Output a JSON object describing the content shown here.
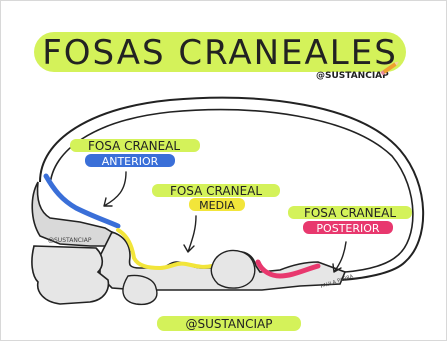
{
  "title": "FOSAS CRANEALES",
  "handle_top": "@SUSTANCIAP",
  "handle_bottom": "@SUSTANCIAP",
  "watermark_bone": "@SUSTANCIAP",
  "signature": "PAULA PARRA",
  "labels": {
    "anterior": {
      "line1": "FOSA CRANEAL",
      "line2": "ANTERIOR"
    },
    "media": {
      "line1": "FOSA CRANEAL",
      "line2": "MEDIA"
    },
    "posterior": {
      "line1": "FOSA CRANEAL",
      "line2": "POSTERIOR"
    }
  },
  "colors": {
    "highlight_green": "#d4f25a",
    "anterior_blue": "#3a6fd8",
    "media_yellow": "#f2e53a",
    "posterior_pink": "#e8386e",
    "bone_gray": "#d9d9d9",
    "outline": "#222222",
    "pencil_orange": "#f0a030"
  }
}
